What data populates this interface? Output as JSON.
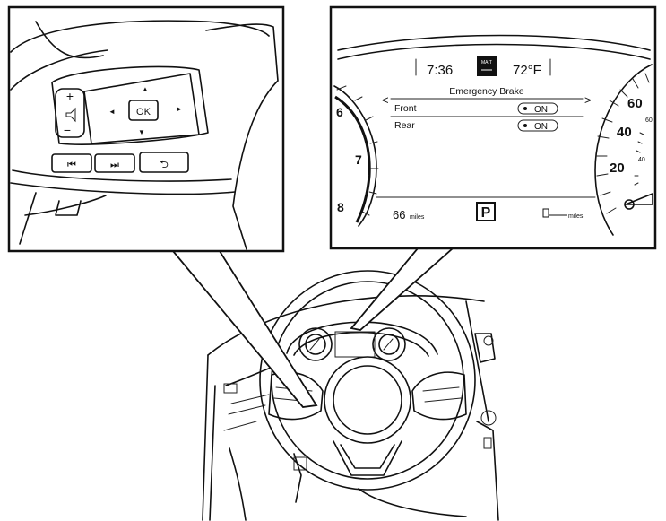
{
  "steering_switch": {
    "volume_plus": "+",
    "volume_minus": "−",
    "ok_label": "OK",
    "up_arrow": "▲",
    "down_arrow": "▼",
    "left_arrow": "◄",
    "right_arrow": "►",
    "prev_track": "⏮",
    "next_track": "⏭",
    "back": "⮌"
  },
  "cluster_display": {
    "time": "7:36",
    "gear_badge": "MAIT",
    "temperature": "72°F",
    "menu_title": "Emergency Brake",
    "nav_left": "<",
    "nav_right": ">",
    "menu_rows": [
      {
        "label": "Front",
        "value": "ON"
      },
      {
        "label": "Rear",
        "value": "ON"
      }
    ],
    "range_value": "66",
    "range_unit": "miles",
    "shift_position": "P",
    "fuel_unit": "miles"
  },
  "tachometer_numbers": [
    "6",
    "7",
    "8"
  ],
  "speedometer_numbers": [
    "60",
    "40",
    "20"
  ],
  "speedometer_small_numbers": [
    "60",
    "40"
  ]
}
